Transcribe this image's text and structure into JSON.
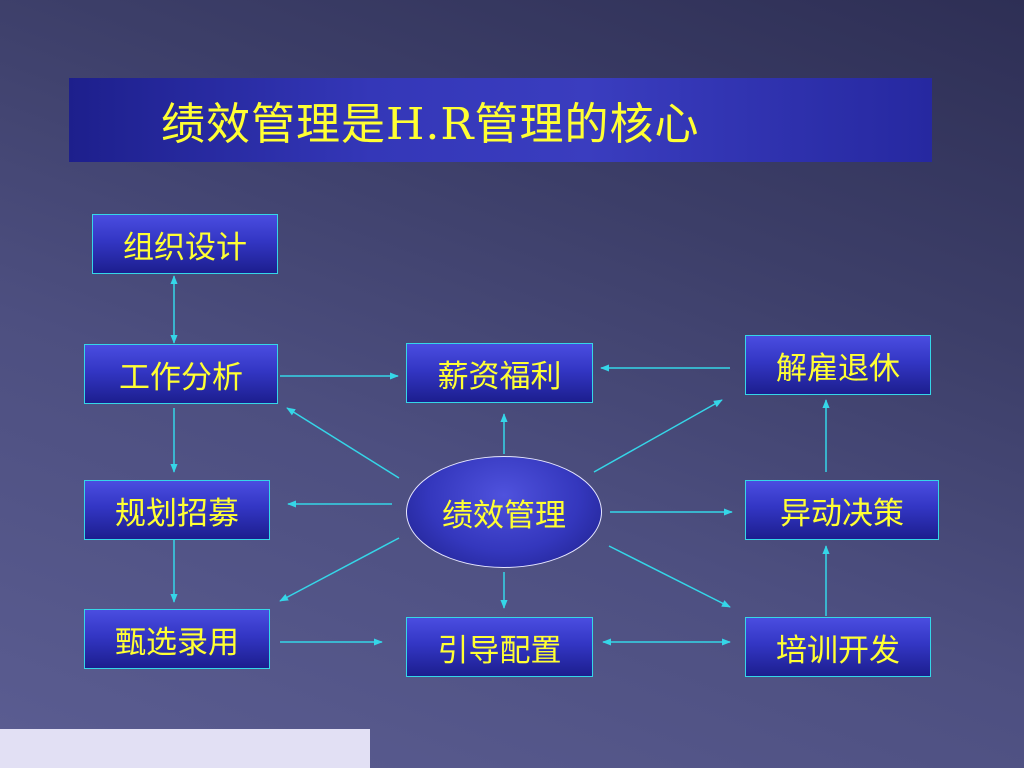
{
  "title": "绩效管理是H.R管理的核心",
  "nodes": {
    "org_design": "组织设计",
    "job_analysis": "工作分析",
    "salary_benefits": "薪资福利",
    "dismissal_retirement": "解雇退休",
    "planning_recruitment": "规划招募",
    "performance_management": "绩效管理",
    "transfer_decision": "异动决策",
    "selection_hiring": "甄选录用",
    "onboarding_placement": "引导配置",
    "training_development": "培训开发"
  },
  "colors": {
    "text": "#ffff33",
    "arrow": "#35d6e8",
    "box_border": "#35d6e8"
  }
}
